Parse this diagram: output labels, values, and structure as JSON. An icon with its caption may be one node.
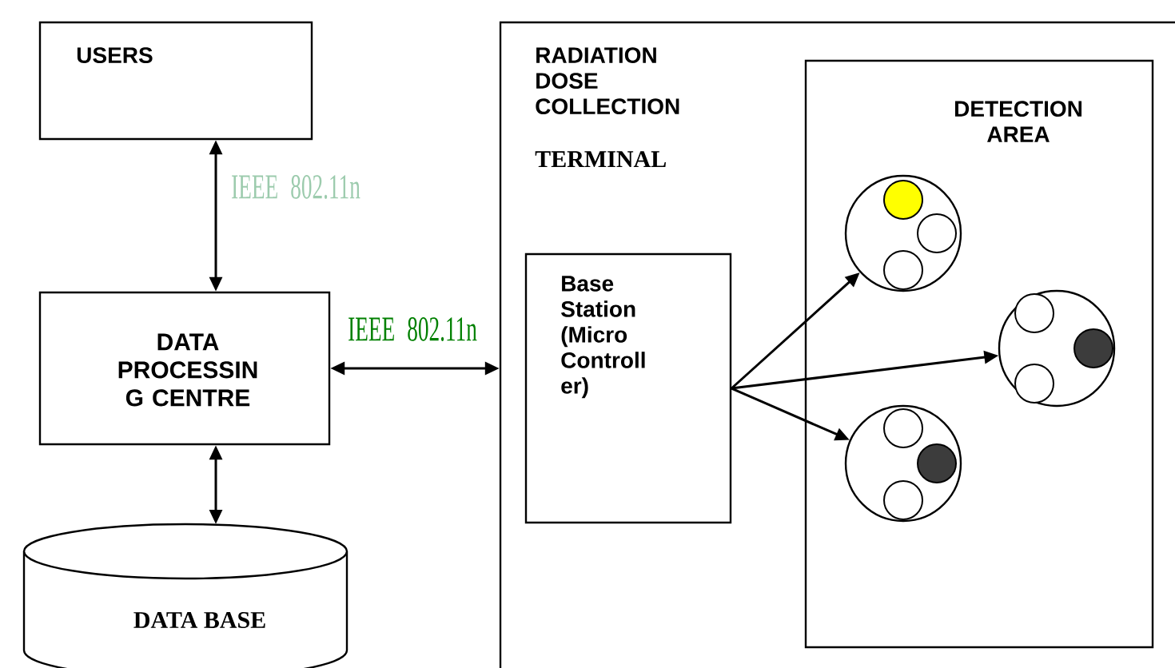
{
  "diagram": {
    "nodes": [
      {
        "text": [
          "USERS"
        ]
      },
      {
        "text": [
          "DATA PROCESSIN G CENTRE"
        ]
      },
      {
        "text": [
          "DATA BASE"
        ]
      },
      {
        "text": [
          "RADIATION DOSE COLLECTION",
          "TERMINAL"
        ]
      },
      {
        "text": [
          "Base Station (Micro Controll er)"
        ],
        "in": 3
      },
      {
        "text": [
          "DETECTION AREA"
        ],
        "in": 3
      },
      {
        "text": [],
        "shape": "circle",
        "in": 5
      },
      {
        "text": [],
        "shape": "circle",
        "in": 5
      },
      {
        "text": [],
        "shape": "circle",
        "in": 5
      }
    ],
    "edges": [
      {
        "from": 0,
        "to": 1,
        "arrow": "both",
        "label": "IEEE 802.11n"
      },
      {
        "from": 1,
        "to": 3,
        "arrow": "both",
        "label": "IEEE 802.11n"
      },
      {
        "from": 1,
        "to": 2,
        "arrow": "both"
      },
      {
        "from": 4,
        "to": 6,
        "arrow": "to"
      },
      {
        "from": 4,
        "to": 7,
        "arrow": "to"
      },
      {
        "from": 4,
        "to": 8,
        "arrow": "to"
      }
    ]
  }
}
